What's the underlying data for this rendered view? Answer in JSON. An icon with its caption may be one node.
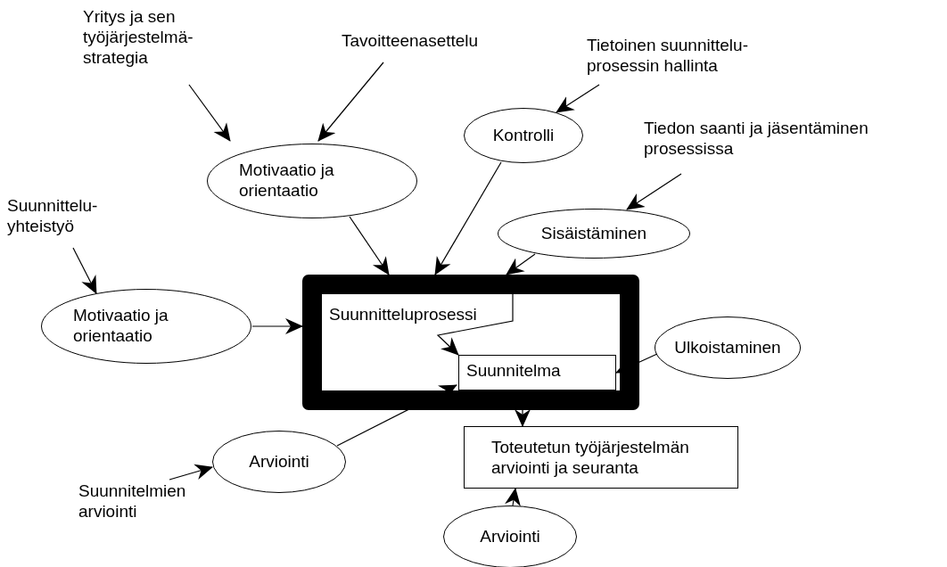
{
  "diagram": {
    "nodes": [
      {
        "text": [
          "Yritys ja sen työjärjestelmä- strategia"
        ]
      },
      {
        "text": [
          "Tavoitteenasettelu"
        ]
      },
      {
        "text": [
          "Tietoinen suunnittelu- prosessin hallinta"
        ]
      },
      {
        "text": [
          "Kontrolli"
        ]
      },
      {
        "text": [
          "Tiedon saanti ja jäsentäminen prosessissa"
        ]
      },
      {
        "text": [
          "Motivaatio ja orientaatio"
        ]
      },
      {
        "text": [
          "Suunnittelu- yhteistyö"
        ]
      },
      {
        "text": [
          "Sisäistäminen"
        ]
      },
      {
        "text": [
          "Suunnitteluprosessi"
        ]
      },
      {
        "text": [
          "Suunnitelma"
        ],
        "in": 8
      },
      {
        "text": [
          "Motivaatio ja orientaatio"
        ]
      },
      {
        "text": [
          "Ulkoistaminen"
        ]
      },
      {
        "text": [
          "Arviointi"
        ]
      },
      {
        "text": [
          "Toteutetun työjärjestelmän arviointi ja seuranta"
        ]
      },
      {
        "text": [
          "Suunnitelmien arviointi"
        ]
      },
      {
        "text": [
          "Arviointi"
        ]
      }
    ],
    "edges": [
      {
        "from": 0,
        "to": 5,
        "arrow": "to"
      },
      {
        "from": 1,
        "to": 5,
        "arrow": "to"
      },
      {
        "from": 6,
        "to": 10,
        "arrow": "to"
      },
      {
        "from": 2,
        "to": 3,
        "arrow": "to"
      },
      {
        "from": 4,
        "to": 7,
        "arrow": "to"
      },
      {
        "from": 5,
        "to": 8,
        "arrow": "to"
      },
      {
        "from": 3,
        "to": 8,
        "arrow": "to"
      },
      {
        "from": 7,
        "to": 8,
        "arrow": "to"
      },
      {
        "from": 10,
        "to": 8,
        "arrow": "to"
      },
      {
        "from": 11,
        "to": 9,
        "arrow": "to"
      },
      {
        "from": 8,
        "to": 9,
        "arrow": "to"
      },
      {
        "from": 12,
        "to": 9,
        "arrow": "to"
      },
      {
        "from": 9,
        "to": 13,
        "arrow": "to"
      },
      {
        "from": 15,
        "to": 13,
        "arrow": "to"
      },
      {
        "from": 14,
        "to": 12,
        "arrow": "to"
      }
    ]
  }
}
